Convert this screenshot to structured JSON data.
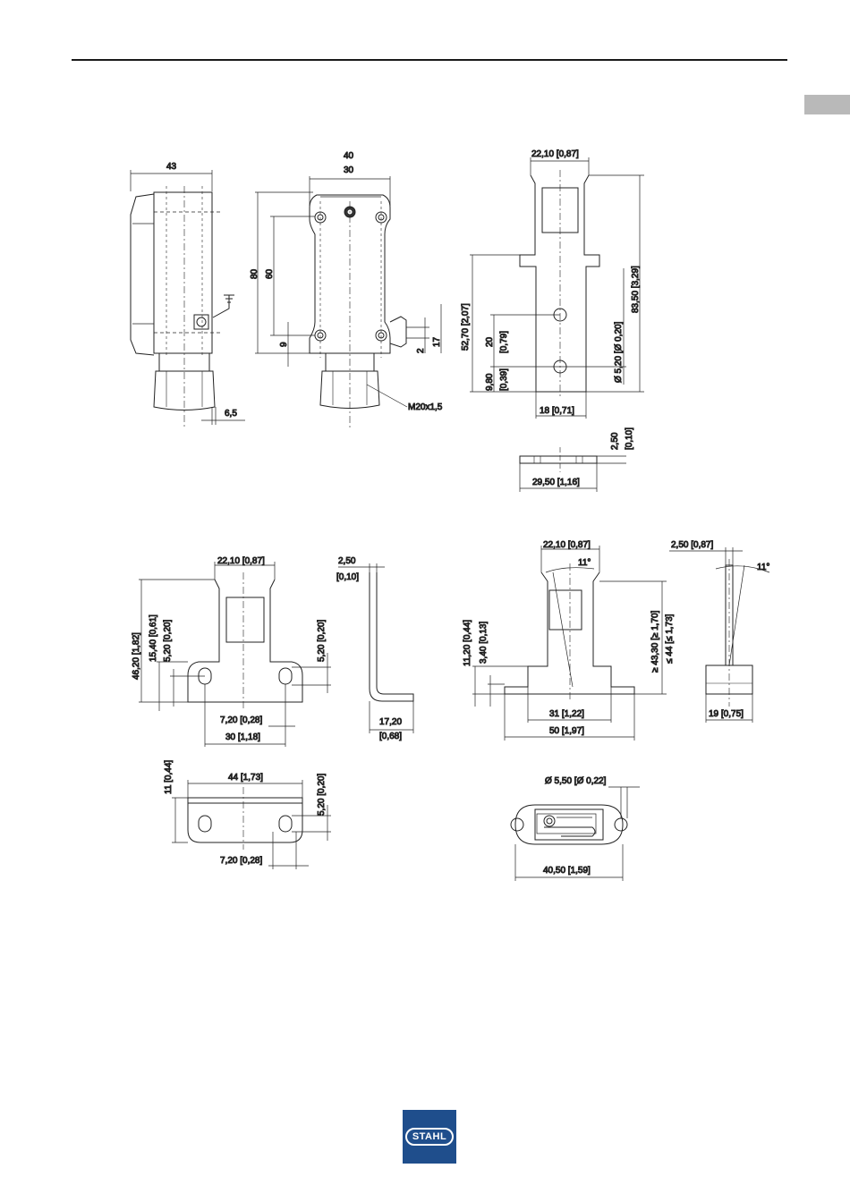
{
  "brand": {
    "logo_text": "STAHL",
    "color": "#1f4e8c"
  },
  "views": {
    "switch_side": {
      "width": "43",
      "offset": "6,5"
    },
    "switch_front": {
      "width_outer": "40",
      "width_inner": "30",
      "height": "80",
      "height_holes": "60",
      "hole_offset": "9",
      "cable_a": "2",
      "cable_b": "17",
      "thread": "M20x1,5"
    },
    "actuator_flat": {
      "head_width": "22,10 [0,87]",
      "total_height": "83,50 [3,29]",
      "upper_height": "52,70 [2,07]",
      "hole_spacing": "20",
      "hole_spacing_in": "[0,79]",
      "bottom_offset": "9,80",
      "bottom_offset_in": "[0,39]",
      "hole_dia": "Ø 5,20 [Ø 0,20]",
      "base_width": "18 [0,71]",
      "thickness": "2,50",
      "thickness_in": "[0,10]",
      "plate_width": "29,50 [1,16]"
    },
    "actuator_angled": {
      "head_width": "22,10 [0,87]",
      "total_height": "46,20 [1,82]",
      "mid_height": "15,40 [0,61]",
      "hole_height": "5,20 [0,20]",
      "hole_height_right": "5,20 [0,20]",
      "hole_offset": "7,20 [0,28]",
      "hole_spacing": "30 [1,18]",
      "thickness": "2,50",
      "thickness_in": "[0,10]",
      "leg_length": "17,20",
      "leg_length_in": "[0,68]"
    },
    "actuator_plate": {
      "height": "11 [0,44]",
      "width": "44 [1,73]",
      "hole_height": "5,20 [0,20]",
      "hole_offset": "7,20 [0,28]"
    },
    "actuator_flex": {
      "head_width": "22,10 [0,87]",
      "angle": "11°",
      "base_height": "11,20 [0,44]",
      "base_low": "3,40 [0,13]",
      "height_min": "≥ 43,30 [≥ 1,70]",
      "height_max": "≤ 44 [≤ 1,73]",
      "inner_width": "31 [1,22]",
      "outer_width": "50 [1,97]"
    },
    "actuator_flex_side": {
      "thickness": "2,50 [0,87]",
      "angle": "11°",
      "width": "19 [0,75]"
    },
    "actuator_flex_top": {
      "hole_dia": "Ø 5,50 [Ø 0,22]",
      "width": "40,50 [1,59]"
    }
  }
}
